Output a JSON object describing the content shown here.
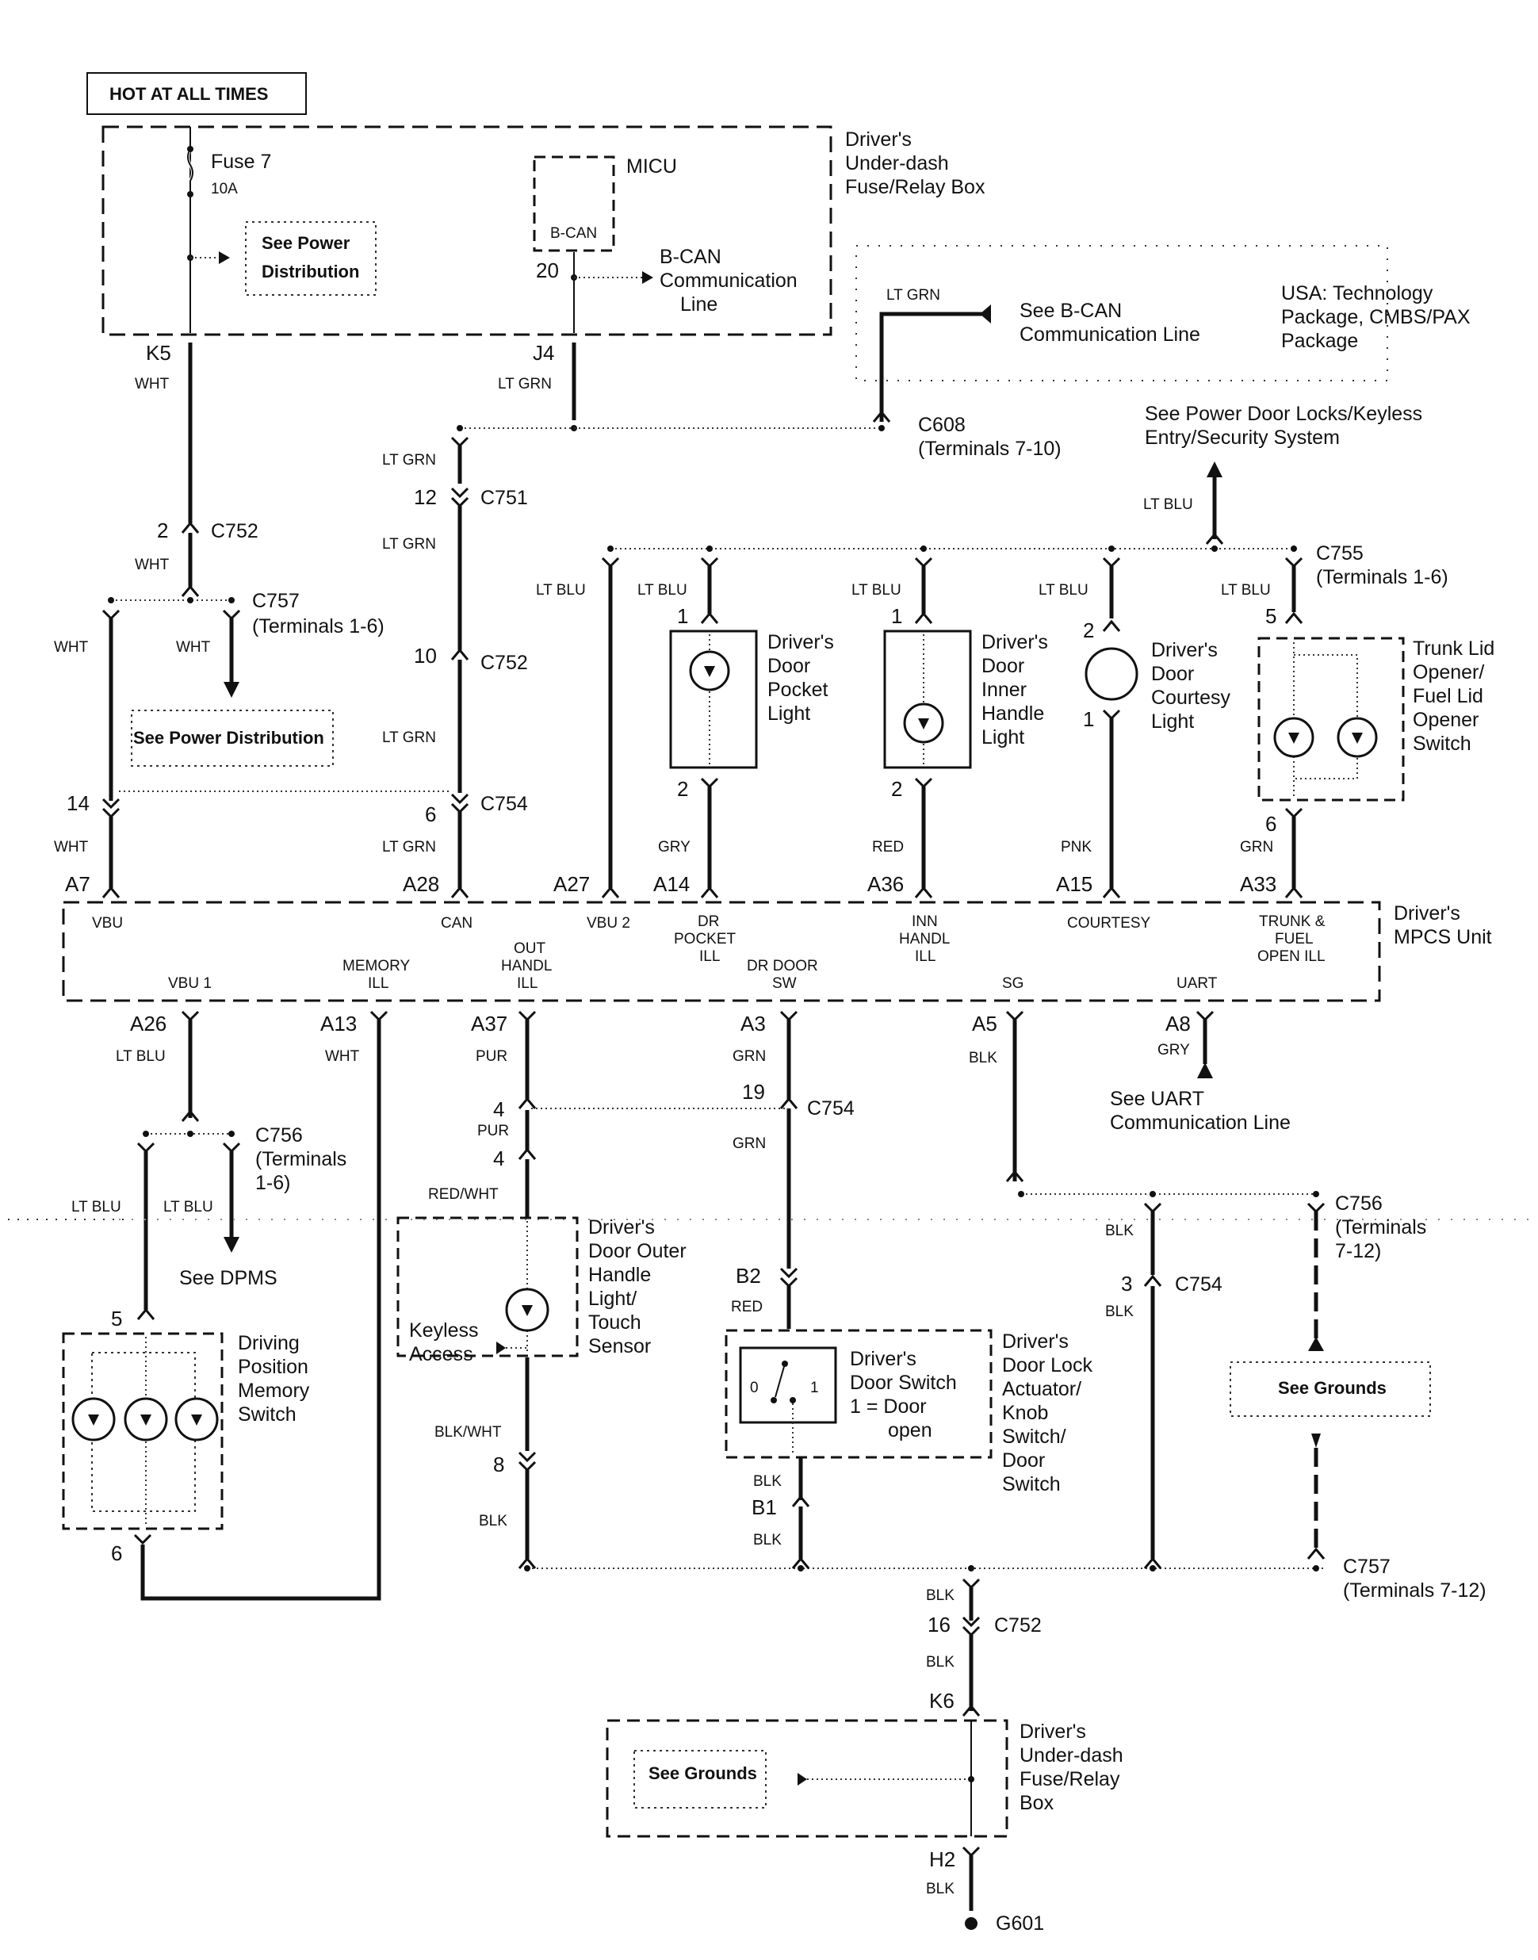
{
  "header": {
    "hot_at_all_times": "HOT AT ALL TIMES"
  },
  "underdash_box": {
    "name": [
      "Driver's",
      "Under-dash",
      "Fuse/Relay Box"
    ],
    "fuse": "Fuse 7",
    "fuse_rating": "10A",
    "see_power": [
      "See Power",
      "Distribution"
    ],
    "micu": "MICU",
    "bcan_inner": "B-CAN",
    "bcan_pin": "20",
    "bcan_comm": [
      "B-CAN",
      "Communication",
      "Line"
    ],
    "pin_k5": "K5",
    "pin_j4": "J4"
  },
  "option_box": {
    "wire": "LT GRN",
    "see_bcan": [
      "See B-CAN",
      "Communication Line"
    ],
    "note": [
      "USA: Technology",
      "Package, CMBS/PAX",
      "Package"
    ],
    "connector": "C608",
    "terminals": "(Terminals 7-10)"
  },
  "power_locks": {
    "text": [
      "See Power Door Locks/Keyless",
      "Entry/Security System"
    ],
    "wire": "LT BLU"
  },
  "left_wires": {
    "k5_wire": "WHT",
    "j4_wire": "LT GRN",
    "c752_pin_a": "2",
    "c752_a": "C752",
    "wht2": "WHT",
    "c757": "C757",
    "c757_term": "(Terminals 1-6)",
    "wht_left": "WHT",
    "wht_mid": "WHT",
    "see_power_dist": "See Power Distribution",
    "pin14": "14",
    "wht_bottom": "WHT",
    "ltgrn1": "LT GRN",
    "pin12": "12",
    "c751": "C751",
    "ltgrn2": "LT GRN",
    "pin10": "10",
    "c752_b": "C752",
    "ltgrn3": "LT GRN",
    "pin6": "6",
    "c754": "C754",
    "ltgrn4": "LT GRN"
  },
  "top_components": {
    "c755": "C755",
    "c755_term": "(Terminals 1-6)",
    "ltblu": "LT BLU",
    "pocket": {
      "name": [
        "Driver's",
        "Door",
        "Pocket",
        "Light"
      ],
      "pin_top": "1",
      "pin_bot": "2",
      "wire_bot": "GRY"
    },
    "inner": {
      "name": [
        "Driver's",
        "Door",
        "Inner",
        "Handle",
        "Light"
      ],
      "pin_top": "1",
      "pin_bot": "2",
      "wire_bot": "RED"
    },
    "courtesy": {
      "name": [
        "Driver's",
        "Door",
        "Courtesy",
        "Light"
      ],
      "pin_top": "2",
      "pin_bot": "1",
      "wire_bot": "PNK"
    },
    "trunk": {
      "name": [
        "Trunk Lid",
        "Opener/",
        "Fuel Lid",
        "Opener",
        "Switch"
      ],
      "pin_top": "5",
      "pin_bot": "6",
      "wire_bot": "GRN"
    }
  },
  "mpcs": {
    "name": [
      "Driver's",
      "MPCS Unit"
    ],
    "top_pins": [
      {
        "pin": "A7",
        "label": [
          "VBU"
        ]
      },
      {
        "pin": "A28",
        "label": [
          "CAN"
        ]
      },
      {
        "pin": "A27",
        "label": [
          "VBU 2"
        ]
      },
      {
        "pin": "A14",
        "label": [
          "DR",
          "POCKET",
          "ILL"
        ]
      },
      {
        "pin": "A36",
        "label": [
          "INN",
          "HANDL",
          "ILL"
        ]
      },
      {
        "pin": "A15",
        "label": [
          "COURTESY"
        ]
      },
      {
        "pin": "A33",
        "label": [
          "TRUNK &",
          "FUEL",
          "OPEN ILL"
        ]
      }
    ],
    "bottom_pins": [
      {
        "pin": "A26",
        "label": [
          "VBU 1"
        ],
        "wire": "LT BLU"
      },
      {
        "pin": "A13",
        "label": [
          "MEMORY",
          "ILL"
        ],
        "wire": "WHT"
      },
      {
        "pin": "A37",
        "label": [
          "OUT",
          "HANDL",
          "ILL"
        ],
        "wire": "PUR"
      },
      {
        "pin": "A3",
        "label": [
          "DR DOOR",
          "SW"
        ],
        "wire": "GRN"
      },
      {
        "pin": "A5",
        "label": [
          "SG"
        ],
        "wire": "BLK"
      },
      {
        "pin": "A8",
        "label": [
          "UART"
        ],
        "wire": "GRY"
      }
    ]
  },
  "lower": {
    "c756": "C756",
    "c756_term": [
      "(Terminals",
      "1-6)"
    ],
    "ltblu_l": "LT BLU",
    "ltblu_r": "LT BLU",
    "see_dpms": "See DPMS",
    "mem_pin_top": "5",
    "mem_pin_bot": "6",
    "memory_switch": [
      "Driving",
      "Position",
      "Memory",
      "Switch"
    ],
    "pin4a": "4",
    "pur2": "PUR",
    "pin4b": "4",
    "redwht": "RED/WHT",
    "outer_handle": [
      "Driver's",
      "Door Outer",
      "Handle",
      "Light/",
      "Touch",
      "Sensor"
    ],
    "keyless": [
      "Keyless",
      "Access"
    ],
    "blkwht": "BLK/WHT",
    "pin8": "8",
    "blk8": "BLK",
    "pin19": "19",
    "c754_a": "C754",
    "grn2": "GRN",
    "b2": "B2",
    "red_b2": "RED",
    "door_switch": [
      "Driver's",
      "Door Switch",
      "1 = Door",
      "open"
    ],
    "switch_0": "0",
    "switch_1": "1",
    "lock_actuator": [
      "Driver's",
      "Door Lock",
      "Actuator/",
      "Knob",
      "Switch/",
      "Door",
      "Switch"
    ],
    "blk_b1a": "BLK",
    "b1": "B1",
    "blk_b1b": "BLK",
    "see_uart": [
      "See UART",
      "Communication Line"
    ],
    "c756_b": "C756",
    "c756_b_term": [
      "(Terminals",
      "7-12)"
    ],
    "blk_sg1": "BLK",
    "pin3": "3",
    "c754_b": "C754",
    "blk_sg2": "BLK",
    "see_grounds": "See Grounds",
    "c757_b": "C757",
    "c757_b_term": "(Terminals 7-12)",
    "blk_g1": "BLK",
    "pin16": "16",
    "c752_c": "C752",
    "blk_g2": "BLK",
    "k6": "K6",
    "underdash2": [
      "Driver's",
      "Under-dash",
      "Fuse/Relay",
      "Box"
    ],
    "see_grounds2": "See Grounds",
    "h2": "H2",
    "blk_h2": "BLK",
    "g601": "G601"
  }
}
